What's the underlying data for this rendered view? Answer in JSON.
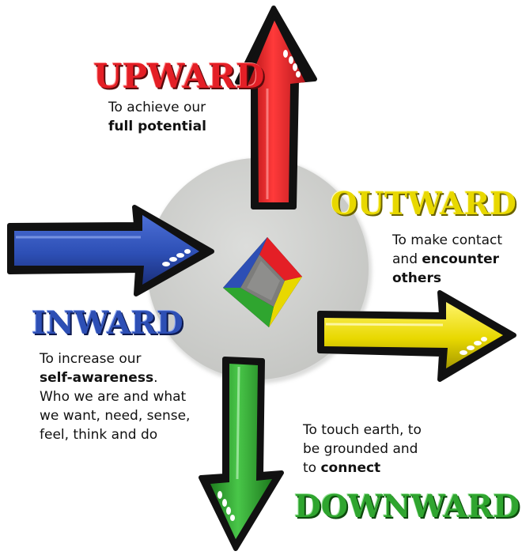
{
  "colors": {
    "upward": "#e41f26",
    "outward": "#e8d800",
    "inward": "#2d4fb5",
    "downward": "#2fa52f",
    "circle": "#cfd0cd",
    "outline": "#111111"
  },
  "directions": {
    "upward": {
      "heading": "UPWARD",
      "lines": [
        {
          "text": "To achieve our"
        },
        {
          "bold": "full potential"
        }
      ]
    },
    "outward": {
      "heading": "OUTWARD",
      "lines": [
        {
          "text": "To make contact"
        },
        {
          "text": "and ",
          "bold": "encounter"
        },
        {
          "bold": "others"
        }
      ]
    },
    "inward": {
      "heading": "INWARD",
      "lines": [
        {
          "text": "To increase our"
        },
        {
          "bold": "self-awareness",
          "after": "."
        },
        {
          "text": "Who we are and what"
        },
        {
          "text": "we want, need, sense,"
        },
        {
          "text": "feel, think and do"
        }
      ]
    },
    "downward": {
      "heading": "DOWNWARD",
      "lines": [
        {
          "text": "To touch earth, to"
        },
        {
          "text": "be grounded and"
        },
        {
          "text": "to ",
          "bold": "connect"
        }
      ]
    }
  },
  "center_icon": "four-color-cube-icon"
}
